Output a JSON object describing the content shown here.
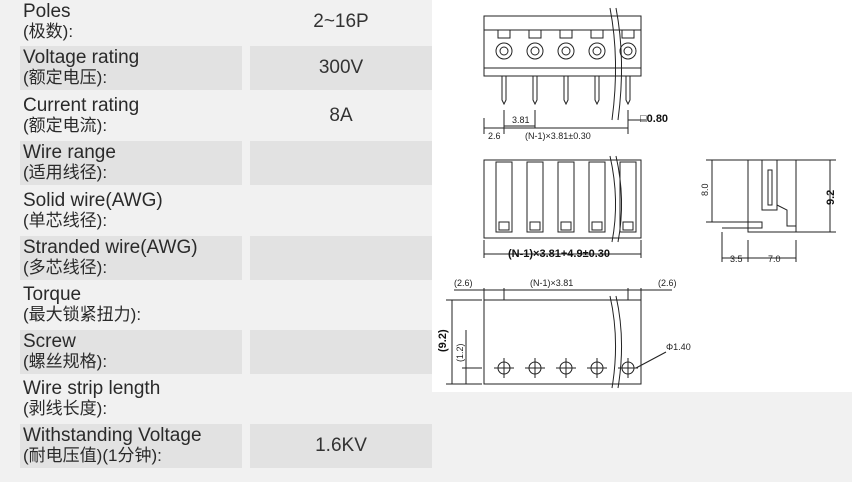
{
  "specs": [
    {
      "en": "Poles",
      "zh": "(极数):",
      "value": "2~16P"
    },
    {
      "en": "Voltage rating",
      "zh": "(额定电压):",
      "value": "300V"
    },
    {
      "en": "Current rating",
      "zh": "(额定电流):",
      "value": "8A"
    },
    {
      "en": "Wire range",
      "zh": "(适用线径):",
      "value": ""
    },
    {
      "en": "Solid wire(AWG)",
      "zh": "(单芯线径):",
      "value": ""
    },
    {
      "en": "Stranded wire(AWG)",
      "zh": "(多芯线径):",
      "value": ""
    },
    {
      "en": "Torque",
      "zh": "(最大锁紧扭力):",
      "value": ""
    },
    {
      "en": "Screw",
      "zh": "(螺丝规格):",
      "value": ""
    },
    {
      "en": "Wire strip length",
      "zh": "(剥线长度):",
      "value": ""
    },
    {
      "en": "Withstanding Voltage",
      "zh": "(耐电压值)(1分钟):",
      "value": "1.6KV"
    }
  ],
  "drawing": {
    "front": {
      "pin_square": "□0.80",
      "pitch_dim": "(N-1)×3.81±0.30",
      "pitch": "3.81",
      "edge": "2.6"
    },
    "top": {
      "length_dim": "(N-1)×3.81+4.9±0.30"
    },
    "side": {
      "height": "9.2",
      "inner_height": "8.0",
      "tail": "3.5",
      "depth": "7.0"
    },
    "bottom": {
      "edge_left": "(2.6)",
      "pitch_dim": "(N-1)×3.81",
      "edge_right": "(2.6)",
      "height": "(9.2)",
      "offset": "(1.2)",
      "hole": "Φ1.40"
    }
  }
}
